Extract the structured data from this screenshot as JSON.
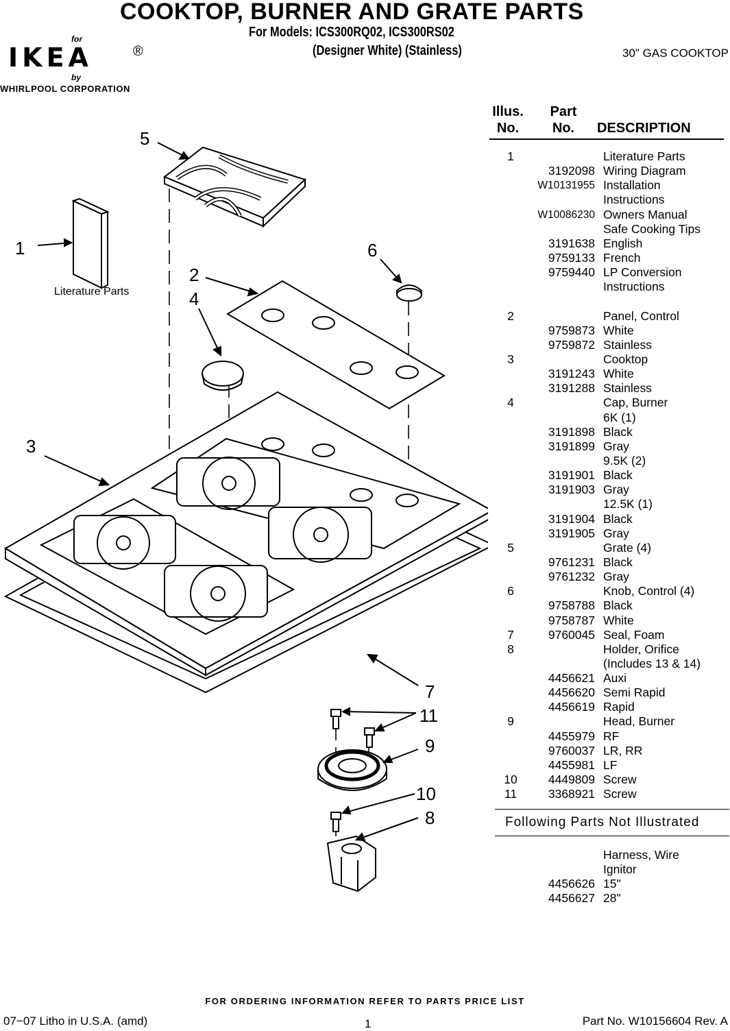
{
  "header": {
    "title": "COOKTOP, BURNER AND GRATE PARTS",
    "models_line": "For Models: ICS300RQ02, ICS300RS02",
    "variants_line": "(Designer White) (Stainless)",
    "cooktop_type": "30\" GAS COOKTOP"
  },
  "logo": {
    "for_text": "for",
    "brand": "IKEA",
    "registered": "®",
    "by_text": "by",
    "corporation": "WHIRLPOOL CORPORATION"
  },
  "table_header": {
    "illus_label": "Illus.\nNo.",
    "part_label": "Part\nNo.",
    "description_label": "DESCRIPTION"
  },
  "parts": [
    {
      "illus": "1",
      "part": "",
      "desc": "Literature Parts"
    },
    {
      "illus": "",
      "part": "3192098",
      "desc": "Wiring Diagram"
    },
    {
      "illus": "",
      "part": "W10131955",
      "desc": "Installation"
    },
    {
      "illus": "",
      "part": "",
      "desc": "Instructions"
    },
    {
      "illus": "",
      "part": "W10086230",
      "desc": "Owners Manual"
    },
    {
      "illus": "",
      "part": "",
      "desc": "Safe Cooking Tips"
    },
    {
      "illus": "",
      "part": "3191638",
      "desc": "English"
    },
    {
      "illus": "",
      "part": "9759133",
      "desc": "French"
    },
    {
      "illus": "",
      "part": "9759440",
      "desc": "LP Conversion"
    },
    {
      "illus": "",
      "part": "",
      "desc": "Instructions"
    },
    {
      "illus": "",
      "part": "",
      "desc": ""
    },
    {
      "illus": "2",
      "part": "",
      "desc": "Panel, Control"
    },
    {
      "illus": "",
      "part": "9759873",
      "desc": "White"
    },
    {
      "illus": "",
      "part": "9759872",
      "desc": "Stainless"
    },
    {
      "illus": "3",
      "part": "",
      "desc": "Cooktop"
    },
    {
      "illus": "",
      "part": "3191243",
      "desc": "White"
    },
    {
      "illus": "",
      "part": "3191288",
      "desc": "Stainless"
    },
    {
      "illus": "4",
      "part": "",
      "desc": "Cap, Burner"
    },
    {
      "illus": "",
      "part": "",
      "desc": "6K (1)"
    },
    {
      "illus": "",
      "part": "3191898",
      "desc": "Black"
    },
    {
      "illus": "",
      "part": "3191899",
      "desc": "Gray"
    },
    {
      "illus": "",
      "part": "",
      "desc": "9.5K (2)"
    },
    {
      "illus": "",
      "part": "3191901",
      "desc": "Black"
    },
    {
      "illus": "",
      "part": "3191903",
      "desc": "Gray"
    },
    {
      "illus": "",
      "part": "",
      "desc": "12.5K (1)"
    },
    {
      "illus": "",
      "part": "3191904",
      "desc": "Black"
    },
    {
      "illus": "",
      "part": "3191905",
      "desc": "Gray"
    },
    {
      "illus": "5",
      "part": "",
      "desc": "Grate (4)"
    },
    {
      "illus": "",
      "part": "9761231",
      "desc": "Black"
    },
    {
      "illus": "",
      "part": "9761232",
      "desc": "Gray"
    },
    {
      "illus": "6",
      "part": "",
      "desc": "Knob, Control (4)"
    },
    {
      "illus": "",
      "part": "9758788",
      "desc": "Black"
    },
    {
      "illus": "",
      "part": "9758787",
      "desc": "White"
    },
    {
      "illus": "7",
      "part": "9760045",
      "desc": "Seal, Foam"
    },
    {
      "illus": "8",
      "part": "",
      "desc": "Holder, Orifice"
    },
    {
      "illus": "",
      "part": "",
      "desc": "(Includes 13 & 14)"
    },
    {
      "illus": "",
      "part": "4456621",
      "desc": "Auxi"
    },
    {
      "illus": "",
      "part": "4456620",
      "desc": "Semi Rapid"
    },
    {
      "illus": "",
      "part": "4456619",
      "desc": "Rapid"
    },
    {
      "illus": "9",
      "part": "",
      "desc": "Head, Burner"
    },
    {
      "illus": "",
      "part": "4455979",
      "desc": "RF"
    },
    {
      "illus": "",
      "part": "9760037",
      "desc": "LR, RR"
    },
    {
      "illus": "",
      "part": "4455981",
      "desc": "LF"
    },
    {
      "illus": "10",
      "part": "4449809",
      "desc": "Screw"
    },
    {
      "illus": "11",
      "part": "3368921",
      "desc": "Screw"
    }
  ],
  "not_illustrated": {
    "title": "Following Parts Not Illustrated",
    "parts": [
      {
        "illus": "",
        "part": "",
        "desc": "Harness, Wire"
      },
      {
        "illus": "",
        "part": "",
        "desc": "Ignitor"
      },
      {
        "illus": "",
        "part": "4456626",
        "desc": "15\""
      },
      {
        "illus": "",
        "part": "4456627",
        "desc": "28\""
      }
    ]
  },
  "diagram": {
    "literature_label": "Literature Parts",
    "callouts": [
      "1",
      "2",
      "3",
      "4",
      "5",
      "6",
      "7",
      "8",
      "9",
      "10",
      "11"
    ]
  },
  "footer": {
    "ordering_note": "FOR ORDERING INFORMATION REFER TO PARTS PRICE LIST",
    "litho": "07−07 Litho in U.S.A. (amd)",
    "page": "1",
    "part_number": "Part No. W10156604 Rev. A"
  }
}
